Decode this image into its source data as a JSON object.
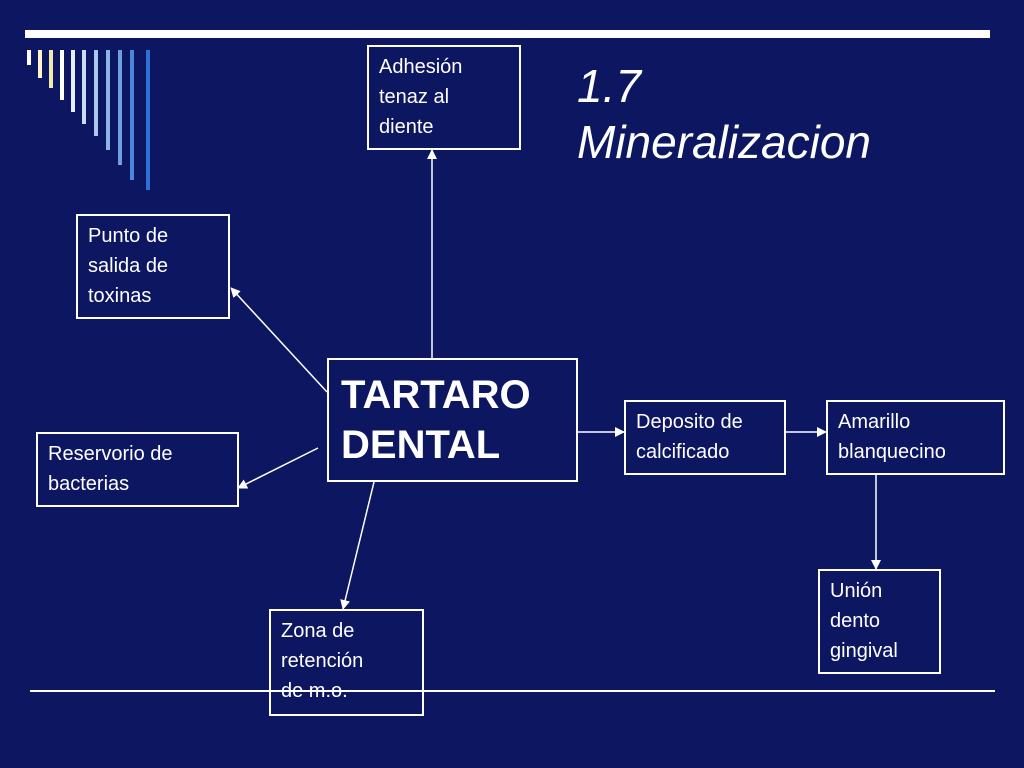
{
  "slide": {
    "title_lines": [
      "1.7",
      "Mineralizacion"
    ],
    "colors": {
      "background": "#0d1660",
      "line": "#ffffff",
      "bar_shades": [
        "#ffffff",
        "#fdf5c8",
        "#f4e9a8",
        "#ffffff",
        "#e8eef8",
        "#c9ddf2",
        "#aac8ec",
        "#8cb4e6",
        "#6f9fe0",
        "#4d86da",
        "#2f70d6"
      ]
    }
  },
  "diagram": {
    "center": {
      "lines": [
        "TARTARO",
        "DENTAL"
      ]
    },
    "nodes": {
      "adhesion": [
        "Adhesión",
        "tenaz al",
        "diente"
      ],
      "punto": [
        "Punto de",
        "salida de",
        "toxinas"
      ],
      "reservorio": [
        "Reservorio de",
        "bacterias"
      ],
      "zona": [
        "Zona de",
        "retención",
        "de m.o."
      ],
      "deposito": [
        "Deposito de",
        "calcificado"
      ],
      "amarillo": [
        "Amarillo",
        "blanquecino"
      ],
      "union": [
        "Unión",
        "dento",
        "gingival"
      ]
    }
  }
}
